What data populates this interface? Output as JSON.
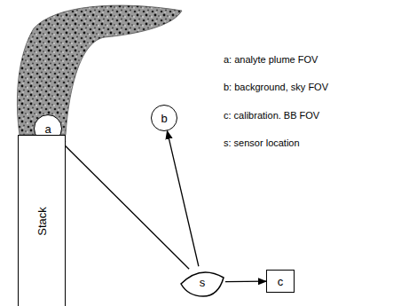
{
  "diagram": {
    "nodes": [
      {
        "text": [
          "a"
        ]
      },
      {
        "text": [
          "b"
        ]
      },
      {
        "text": [
          "Stack"
        ]
      },
      {
        "text": [
          "s"
        ]
      },
      {
        "text": [
          "c"
        ]
      }
    ],
    "edges": [
      {
        "from": 3,
        "to": 0,
        "arrow": "to"
      },
      {
        "from": 3,
        "to": 1,
        "arrow": "to"
      },
      {
        "from": 3,
        "to": 4,
        "arrow": "to"
      }
    ],
    "labels": [
      "a: analyte plume FOV",
      "b: background, sky FOV",
      "c: calibration. BB FOV",
      "s: sensor location"
    ]
  }
}
